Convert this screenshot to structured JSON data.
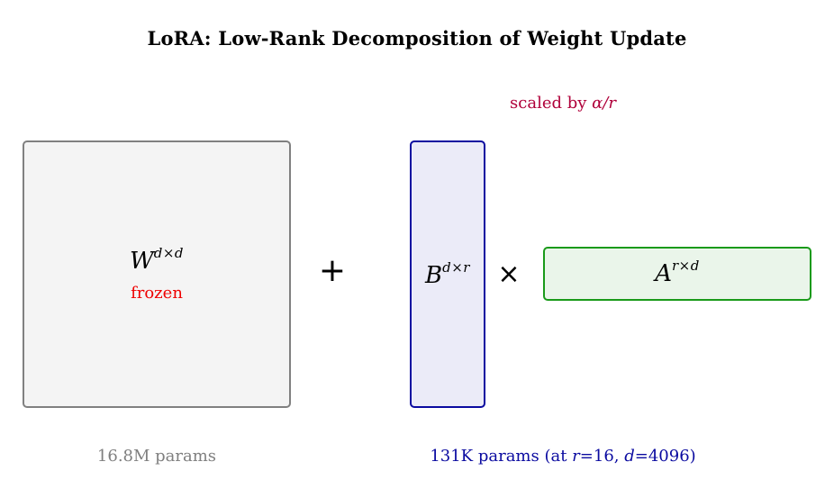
{
  "title": "LoRA: Low-Rank Decomposition of Weight Update",
  "matrices": {
    "W": {
      "symbol": "W",
      "dims": "d×d",
      "note": "frozen",
      "params": "16.8M params",
      "color": "#808080"
    },
    "B": {
      "symbol": "B",
      "dims": "d×r",
      "color": "#0a0aa0"
    },
    "A": {
      "symbol": "A",
      "dims": "r×d",
      "color": "#1a9a1a"
    }
  },
  "operators": {
    "plus": "+",
    "times": "×"
  },
  "scaling": {
    "prefix": "scaled by ",
    "factor": "α/r"
  },
  "lowrank_params": {
    "prefix": "131K params (at ",
    "r_sym": "r",
    "r_val": "=16, ",
    "d_sym": "d",
    "d_val": "=4096)"
  },
  "colors": {
    "frozen": "#ee0000",
    "scale": "#b0003a",
    "muted": "#7f7f7f"
  }
}
